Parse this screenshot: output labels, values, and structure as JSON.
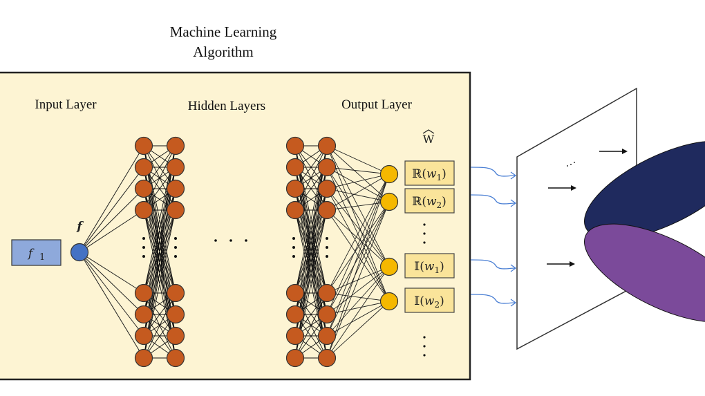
{
  "title_lines": [
    "Machine Learning",
    "Algorithm"
  ],
  "labels": {
    "input_layer": "Input Layer",
    "hidden_layers": "Hidden Layers",
    "output_layer": "Output Layer",
    "input_feature_symbol": "f",
    "input_feature_box": "f",
    "input_feature_box_sub": "1",
    "output_vector_symbol": "W",
    "hidden_ellipsis": "· · ·"
  },
  "output_boxes": [
    {
      "prefix": "ℝ",
      "var": "w",
      "sub": "1"
    },
    {
      "prefix": "ℝ",
      "var": "w",
      "sub": "2"
    },
    {
      "prefix": "𝕀",
      "var": "w",
      "sub": "1"
    },
    {
      "prefix": "𝕀",
      "var": "w",
      "sub": "2"
    }
  ],
  "colors": {
    "panel_bg": "#fdf4d3",
    "panel_border": "#222222",
    "input_box": "#8ea9db",
    "input_node": "#4472c4",
    "hidden_node": "#c55a1f",
    "output_node": "#f5b800",
    "output_box": "#fae49a",
    "arrow_blue": "#4a7fd4",
    "ellipse_dark": "#1f2a5e",
    "ellipse_purple": "#7b4a9a"
  }
}
